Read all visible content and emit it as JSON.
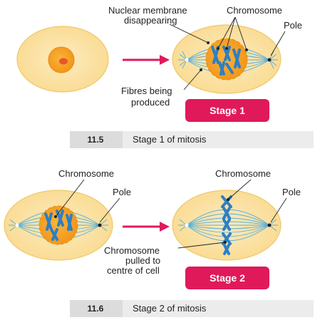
{
  "figure1": {
    "labels": {
      "nuclear_membrane": [
        "Nuclear membrane",
        "disappearing"
      ],
      "chromosome": "Chromosome",
      "pole": "Pole",
      "fibres": [
        "Fibres being",
        "produced"
      ]
    },
    "badge": "Stage 1",
    "caption": {
      "number": "11.5",
      "text": "Stage 1 of mitosis"
    }
  },
  "figure2": {
    "labels": {
      "chromosome_left": "Chromosome",
      "pole_left": "Pole",
      "chromosome_right": "Chromosome",
      "pole_right": "Pole",
      "pulled": [
        "Chromosome",
        "pulled to",
        "centre of cell"
      ]
    },
    "badge": "Stage 2",
    "caption": {
      "number": "11.6",
      "text": "Stage 2 of mitosis"
    }
  },
  "colors": {
    "cell_fill": "#fbe2a4",
    "cell_stroke": "#f0c86a",
    "nucleus": "#f7a21b",
    "nucleolus": "#e8562a",
    "chromosome": "#2d7fc4",
    "fibre": "#5ab0d8",
    "arrow": "#e0195a",
    "badge": "#e0195a",
    "caption_bg": "#e4e4e4"
  }
}
